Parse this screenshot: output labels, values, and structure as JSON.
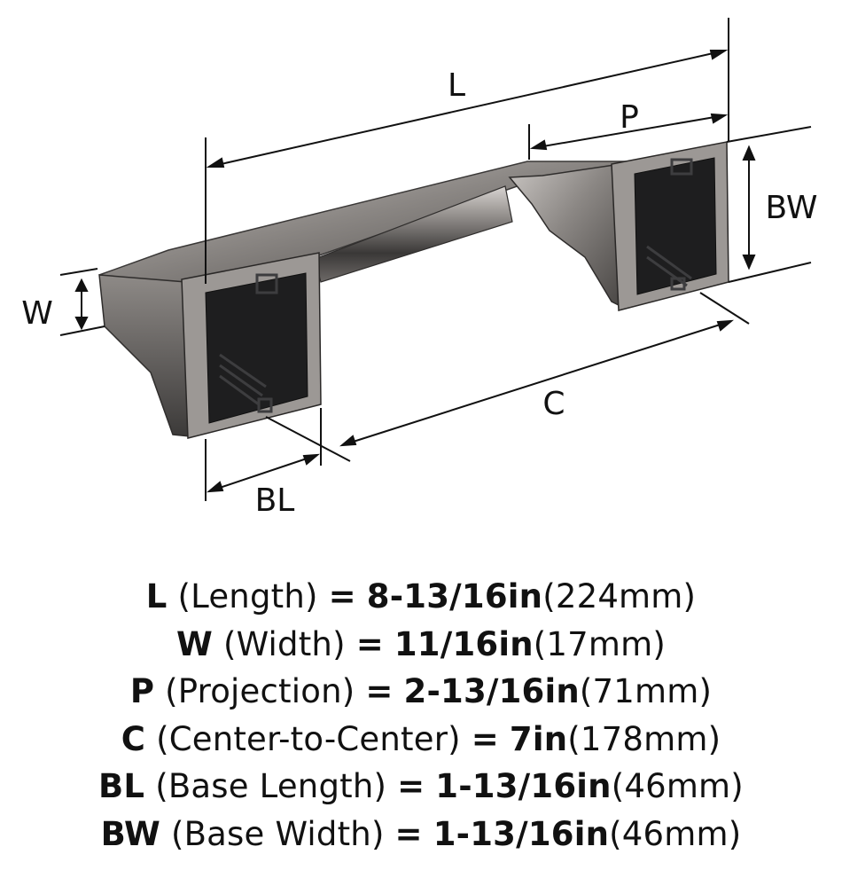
{
  "labels": {
    "L": "L",
    "P": "P",
    "W": "W",
    "BW": "BW",
    "C": "C",
    "BL": "BL"
  },
  "specs": [
    {
      "code": "L",
      "name": "(Length)",
      "imperial": "8-13/16in",
      "metric": "(224mm)"
    },
    {
      "code": "W",
      "name": "(Width)",
      "imperial": "11/16in",
      "metric": "(17mm)"
    },
    {
      "code": "P",
      "name": "(Projection)",
      "imperial": "2-13/16in",
      "metric": "(71mm)"
    },
    {
      "code": "C",
      "name": "(Center-to-Center)",
      "imperial": "7in",
      "metric": "(178mm)"
    },
    {
      "code": "BL",
      "name": "(Base Length)",
      "imperial": "1-13/16in",
      "metric": "(46mm)"
    },
    {
      "code": "BW",
      "name": "(Base Width)",
      "imperial": "1-13/16in",
      "metric": "(46mm)"
    }
  ]
}
